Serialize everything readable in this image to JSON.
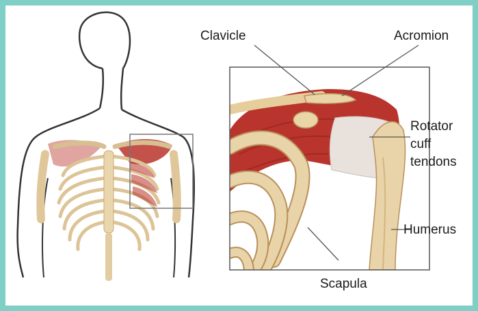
{
  "colors": {
    "border": "#7fcfc6",
    "bone": "#e9d3a8",
    "bone_outline": "#b8905a",
    "muscle": "#b9342c",
    "tendon": "#e9e2dc",
    "outline": "#333333"
  },
  "labels": {
    "clavicle": "Clavicle",
    "acromion": "Acromion",
    "rotator_line1": "Rotator",
    "rotator_line2": "cuff",
    "rotator_line3": "tendons",
    "humerus": "Humerus",
    "scapula": "Scapula"
  }
}
